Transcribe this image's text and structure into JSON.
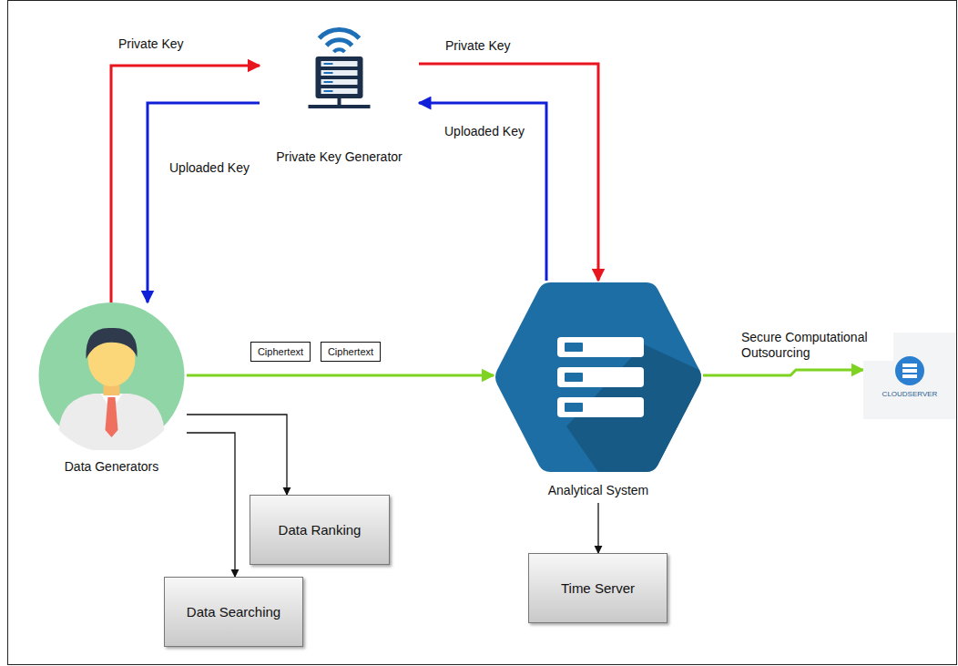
{
  "diagram": {
    "nodes": [
      {
        "text": [
          "Private Key Generator"
        ]
      },
      {
        "text": [
          "Data Generators"
        ]
      },
      {
        "text": [
          "Ciphertext"
        ]
      },
      {
        "text": [
          "Ciphertext"
        ]
      },
      {
        "text": [
          "Analytical System"
        ]
      },
      {
        "text": [
          "CLOUDSERVER"
        ]
      },
      {
        "text": [
          "Data Ranking"
        ]
      },
      {
        "text": [
          "Data Searching"
        ]
      },
      {
        "text": [
          "Time Server"
        ]
      }
    ],
    "edges": [
      {
        "from": 1,
        "to": 0,
        "label": "Private Key",
        "arrow": "to"
      },
      {
        "from": 0,
        "to": 1,
        "label": "Uploaded Key",
        "arrow": "to"
      },
      {
        "from": 0,
        "to": 4,
        "label": "Private Key",
        "arrow": "to"
      },
      {
        "from": 4,
        "to": 0,
        "label": "Uploaded Key",
        "arrow": "to"
      },
      {
        "from": 1,
        "to": 4,
        "arrow": "to"
      },
      {
        "from": 4,
        "to": 5,
        "label": "Secure Computational Outsourcing",
        "arrow": "to"
      },
      {
        "from": 1,
        "to": 6,
        "arrow": "to"
      },
      {
        "from": 1,
        "to": 7,
        "arrow": "to"
      },
      {
        "from": 4,
        "to": 8,
        "arrow": "to"
      }
    ]
  }
}
